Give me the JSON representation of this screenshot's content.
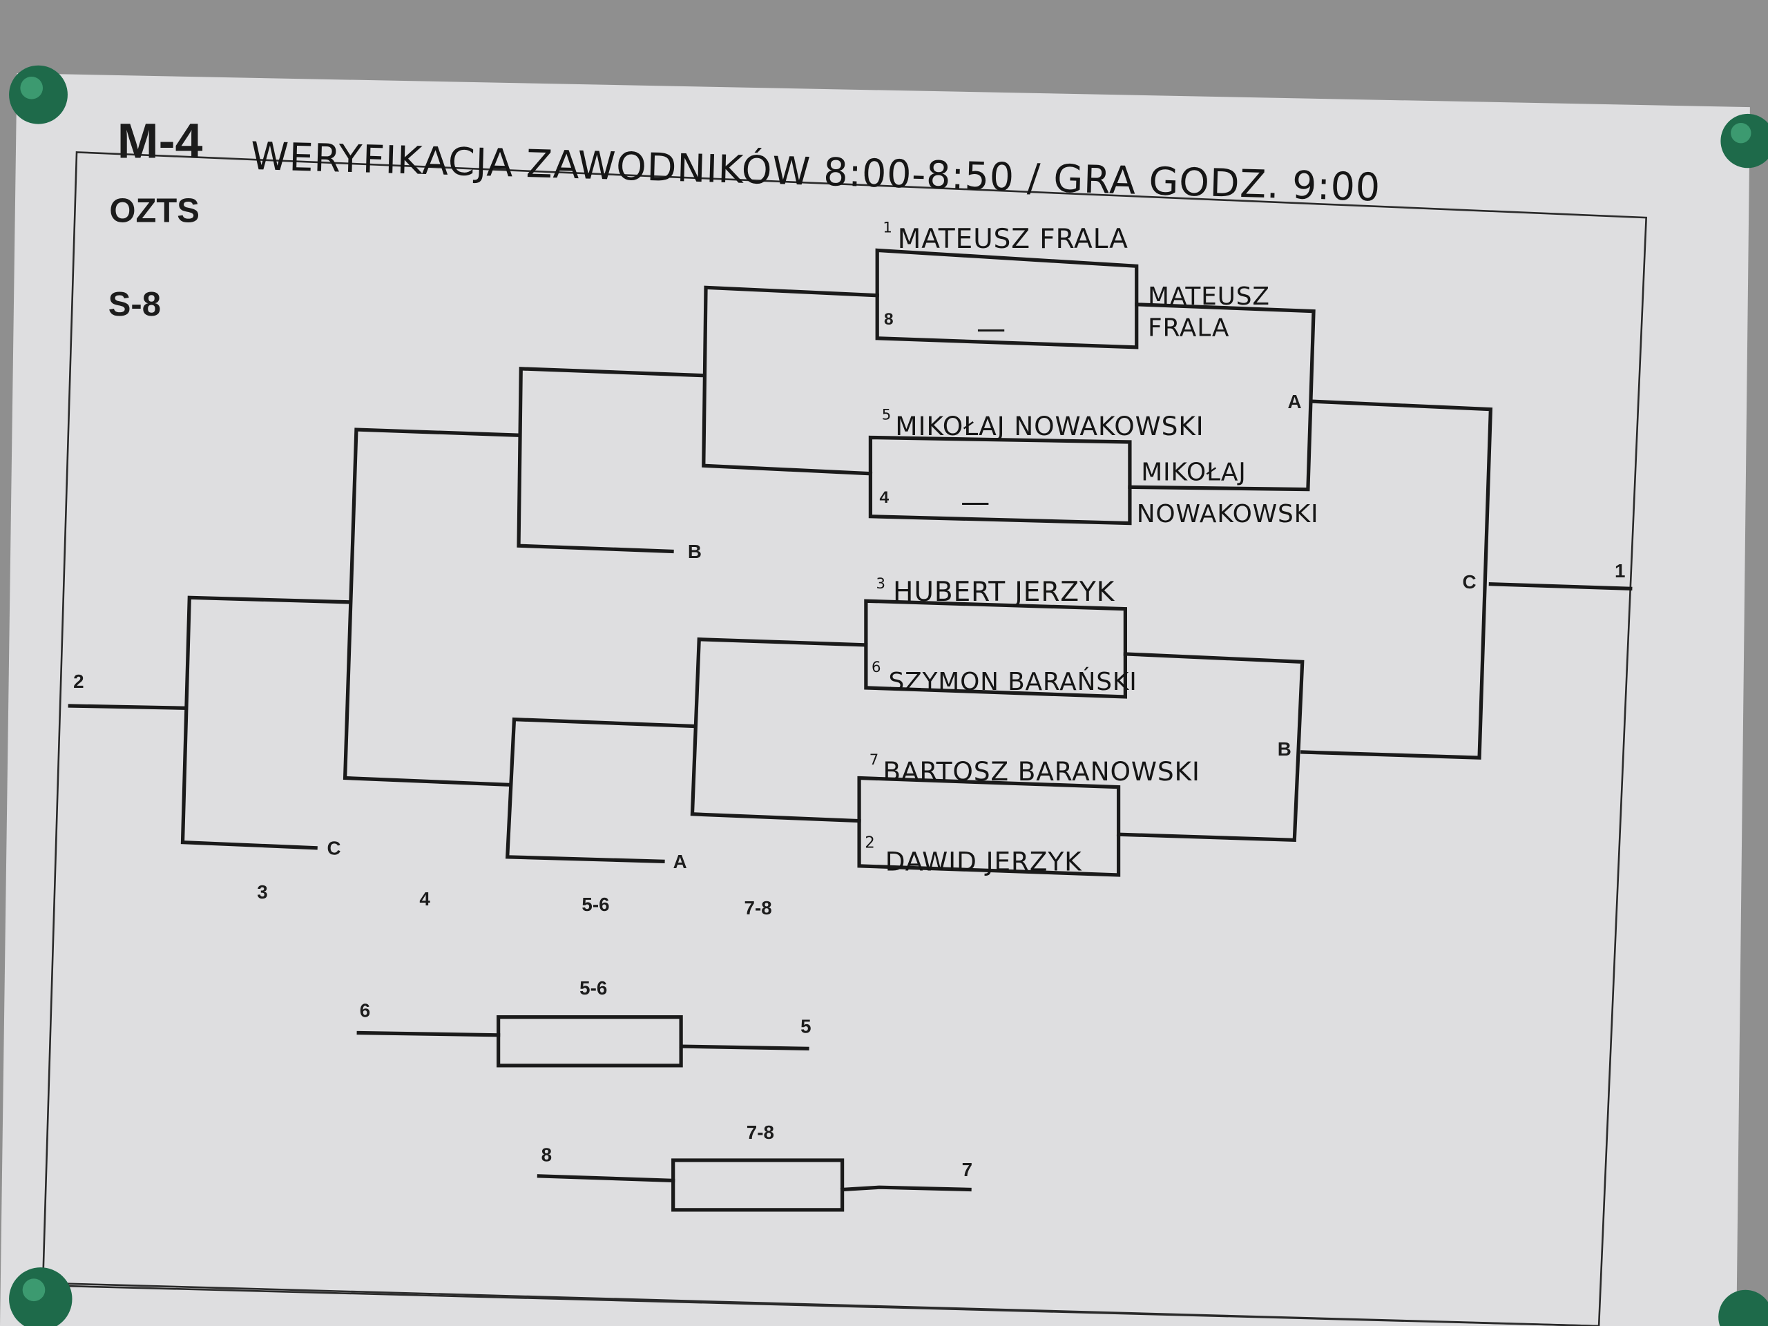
{
  "header": {
    "code": "M-4",
    "title": "WERYFIKACJA ZAWODNIKÓW 8:00-8:50 / GRA GODZ. 9:00"
  },
  "sheet": {
    "organizer": "OZTS",
    "format": "S-8"
  },
  "main_bracket": {
    "matches": [
      {
        "top": {
          "seed": "1",
          "name": "MATEUSZ FRALA"
        },
        "bottom": {
          "seed": "8",
          "name": ""
        },
        "score": "—",
        "winner": [
          "MATEUSZ",
          "FRALA"
        ]
      },
      {
        "top": {
          "seed": "5",
          "name": "MIKOŁAJ NOWAKOWSKI"
        },
        "bottom": {
          "seed": "4",
          "name": ""
        },
        "score": "—",
        "winner": [
          "MIKOŁAJ",
          "NOWAKOWSKI"
        ]
      },
      {
        "top": {
          "seed": "3",
          "name": "HUBERT JERZYK"
        },
        "bottom": {
          "seed": "6",
          "name": "SZYMON BARAŃSKI"
        }
      },
      {
        "top": {
          "seed": "7",
          "name": "BARTOSZ BARANOWSKI"
        },
        "bottom": {
          "seed": "2",
          "name": "DAWID JERZYK"
        }
      }
    ],
    "semifinal_labels": [
      "A",
      "B"
    ],
    "final_label": "C",
    "first_place": "1"
  },
  "consolation_bracket": {
    "labels": {
      "b": "B",
      "a": "A",
      "c": "C"
    },
    "second_place": "2",
    "place_columns": [
      "3",
      "4",
      "5-6",
      "7-8"
    ]
  },
  "placement_matches": [
    {
      "title": "5-6",
      "left": "6",
      "right": "5"
    },
    {
      "title": "7-8",
      "left": "8",
      "right": "7"
    }
  ]
}
